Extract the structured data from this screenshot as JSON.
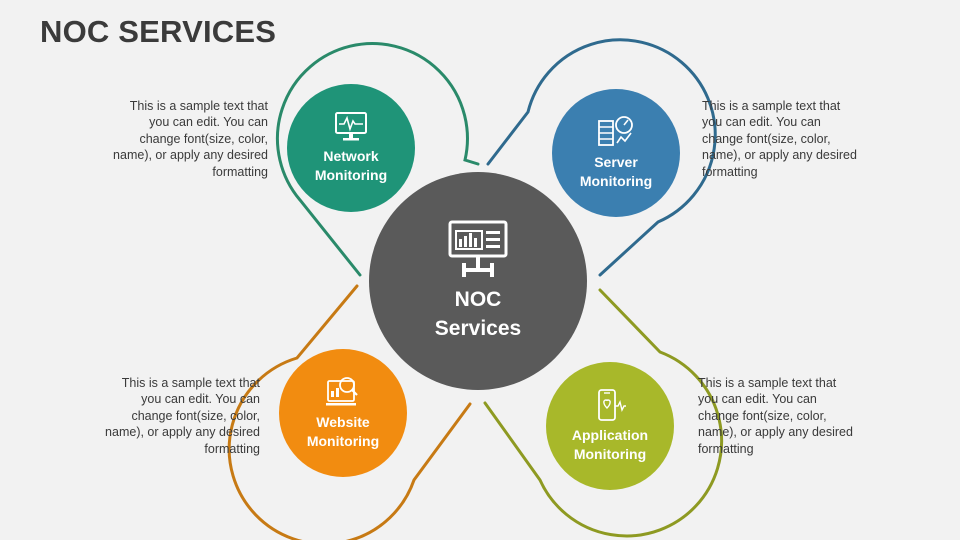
{
  "title": "NOC SERVICES",
  "colors": {
    "background": "#f2f2f2",
    "center": "#5a5a5a",
    "network": "#1f9478",
    "server": "#3b7fb0",
    "website": "#f28c10",
    "application": "#a8b82a",
    "network_line": "#2a8a6a",
    "server_line": "#2f6a8e",
    "website_line": "#c77a14",
    "application_line": "#8e9a22"
  },
  "center": {
    "label": "NOC\nServices",
    "icon": "dashboard-monitor-icon"
  },
  "services": [
    {
      "id": "network",
      "label": "Network\nMonitoring",
      "icon": "monitor-heartbeat-icon",
      "description": "This is a sample text that you can edit. You can change font(size, color, name), or apply any desired formatting"
    },
    {
      "id": "server",
      "label": "Server\nMonitoring",
      "icon": "server-gauge-icon",
      "description": "This is a sample text that you can edit. You can change font(size, color, name), or apply any desired formatting"
    },
    {
      "id": "website",
      "label": "Website\nMonitoring",
      "icon": "website-magnifier-icon",
      "description": "This is a sample text that you can edit. You can change font(size, color, name), or apply any desired formatting"
    },
    {
      "id": "application",
      "label": "Application\nMonitoring",
      "icon": "phone-heartbeat-icon",
      "description": "This is a sample text that you can edit. You can change font(size, color, name), or apply any desired formatting"
    }
  ]
}
